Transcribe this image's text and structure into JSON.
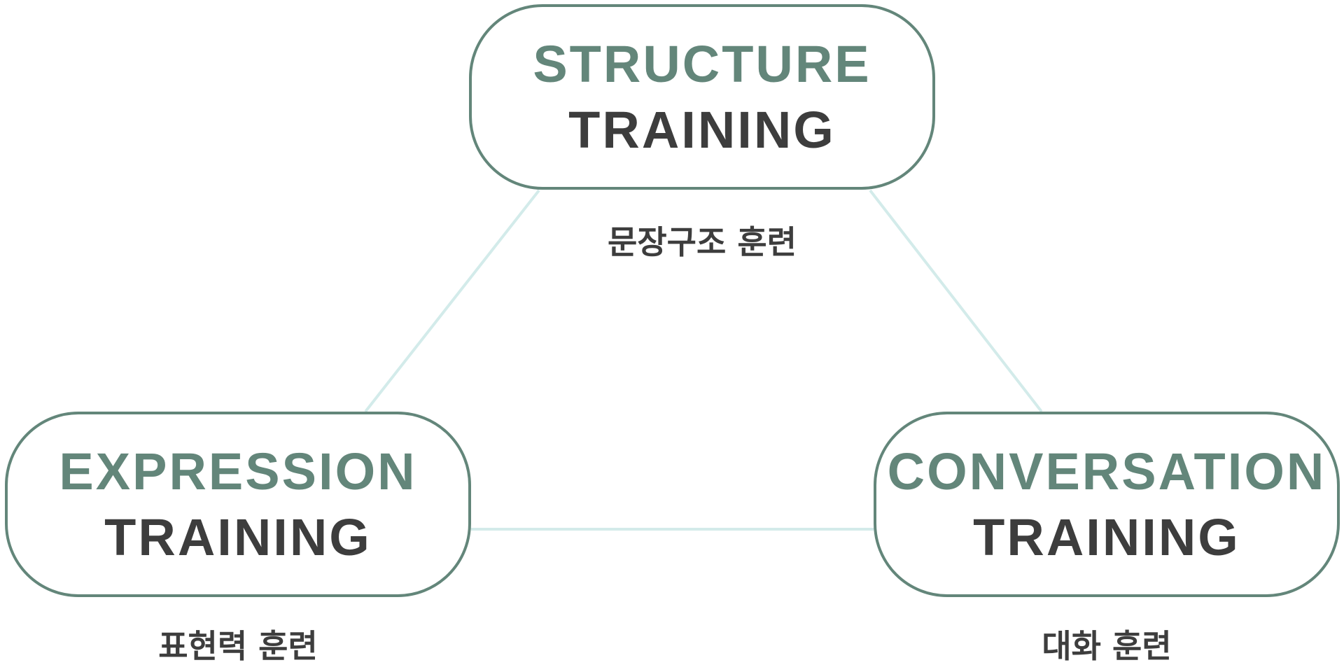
{
  "colors": {
    "accent": "#63867a",
    "text_dark": "#3d3d3d",
    "connector": "#d3ebea",
    "background": "#ffffff"
  },
  "nodes": {
    "top": {
      "line1": "STRUCTURE",
      "line2": "TRAINING",
      "caption": "문장구조 훈련"
    },
    "left": {
      "line1": "EXPRESSION",
      "line2": "TRAINING",
      "caption": "표현력 훈련"
    },
    "right": {
      "line1": "CONVERSATION",
      "line2": "TRAINING",
      "caption": "대화 훈련"
    }
  }
}
